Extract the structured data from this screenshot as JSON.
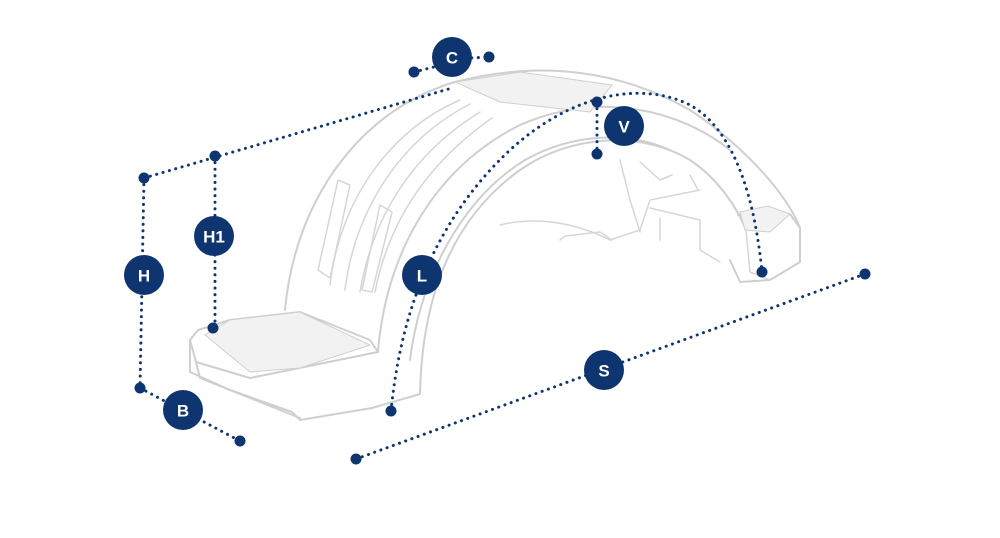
{
  "diagram": {
    "labels": {
      "C": "C",
      "V": "V",
      "H1": "H1",
      "H": "H",
      "L": "L",
      "B": "B",
      "S": "S"
    },
    "colors": {
      "accent": "#0e3570",
      "outline": "#cfcfcf",
      "background": "#ffffff"
    }
  }
}
